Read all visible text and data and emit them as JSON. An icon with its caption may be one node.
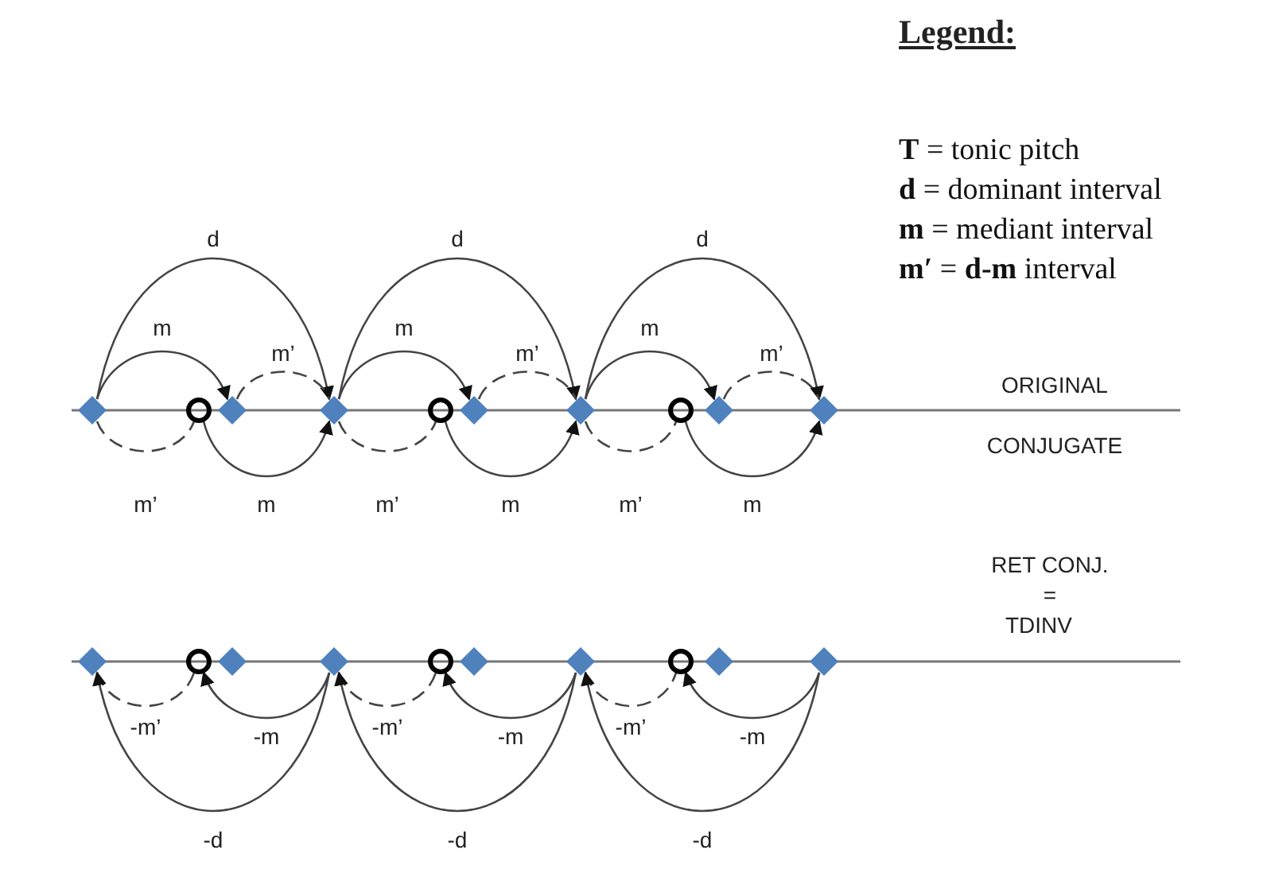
{
  "diagram": {
    "nodes": [
      {
        "text": [],
        "shape": "diamond"
      },
      {
        "text": [],
        "shape": "circle"
      },
      {
        "text": [],
        "shape": "diamond"
      },
      {
        "text": [],
        "shape": "diamond"
      },
      {
        "text": [],
        "shape": "circle"
      },
      {
        "text": [],
        "shape": "diamond"
      },
      {
        "text": [],
        "shape": "diamond"
      },
      {
        "text": [],
        "shape": "circle"
      },
      {
        "text": [],
        "shape": "diamond"
      },
      {
        "text": [],
        "shape": "diamond"
      },
      {
        "text": [],
        "shape": "diamond"
      },
      {
        "text": [],
        "shape": "circle"
      },
      {
        "text": [],
        "shape": "diamond"
      },
      {
        "text": [],
        "shape": "diamond"
      },
      {
        "text": [],
        "shape": "circle"
      },
      {
        "text": [],
        "shape": "diamond"
      },
      {
        "text": [],
        "shape": "diamond"
      },
      {
        "text": [],
        "shape": "circle"
      },
      {
        "text": [],
        "shape": "diamond"
      },
      {
        "text": [],
        "shape": "diamond"
      }
    ],
    "edges": [
      {
        "from": 0,
        "to": 3,
        "arrow": "to",
        "label": "d"
      },
      {
        "from": 0,
        "to": 2,
        "arrow": "to",
        "label": "m"
      },
      {
        "from": 2,
        "to": 3,
        "arrow": "none",
        "label": "m’",
        "style": "dashed"
      },
      {
        "from": 0,
        "to": 1,
        "arrow": "none",
        "label": "m’",
        "style": "dashed"
      },
      {
        "from": 1,
        "to": 3,
        "arrow": "to",
        "label": "m"
      },
      {
        "from": 3,
        "to": 6,
        "arrow": "to",
        "label": "d"
      },
      {
        "from": 3,
        "to": 5,
        "arrow": "to",
        "label": "m"
      },
      {
        "from": 5,
        "to": 6,
        "arrow": "none",
        "label": "m’",
        "style": "dashed"
      },
      {
        "from": 3,
        "to": 4,
        "arrow": "none",
        "label": "m’",
        "style": "dashed"
      },
      {
        "from": 4,
        "to": 6,
        "arrow": "to",
        "label": "m"
      },
      {
        "from": 6,
        "to": 9,
        "arrow": "to",
        "label": "d"
      },
      {
        "from": 6,
        "to": 8,
        "arrow": "to",
        "label": "m"
      },
      {
        "from": 8,
        "to": 9,
        "arrow": "none",
        "label": "m’",
        "style": "dashed"
      },
      {
        "from": 6,
        "to": 7,
        "arrow": "none",
        "label": "m’",
        "style": "dashed"
      },
      {
        "from": 7,
        "to": 9,
        "arrow": "to",
        "label": "m"
      },
      {
        "from": 10,
        "to": 11,
        "arrow": "none",
        "label": "-m’",
        "style": "dashed"
      },
      {
        "from": 13,
        "to": 11,
        "arrow": "to",
        "label": "-m"
      },
      {
        "from": 13,
        "to": 10,
        "arrow": "to",
        "label": "-d"
      },
      {
        "from": 13,
        "to": 14,
        "arrow": "none",
        "label": "-m’",
        "style": "dashed"
      },
      {
        "from": 16,
        "to": 14,
        "arrow": "to",
        "label": "-m"
      },
      {
        "from": 16,
        "to": 13,
        "arrow": "to",
        "label": "-d"
      },
      {
        "from": 16,
        "to": 17,
        "arrow": "none",
        "label": "-m’",
        "style": "dashed"
      },
      {
        "from": 19,
        "to": 17,
        "arrow": "to",
        "label": "-m"
      },
      {
        "from": 19,
        "to": 16,
        "arrow": "to",
        "label": "-d"
      }
    ],
    "labels": [
      "Legend:",
      "ORIGINAL",
      "CONJUGATE",
      "RET CONJ.",
      "=",
      "TDINV"
    ],
    "legend": [
      {
        "text": "**T** = tonic pitch"
      },
      {
        "text": "**d** = dominant interval"
      },
      {
        "text": "**m** = mediant interval"
      },
      {
        "text": "**m′** = **d-m** interval"
      }
    ]
  }
}
